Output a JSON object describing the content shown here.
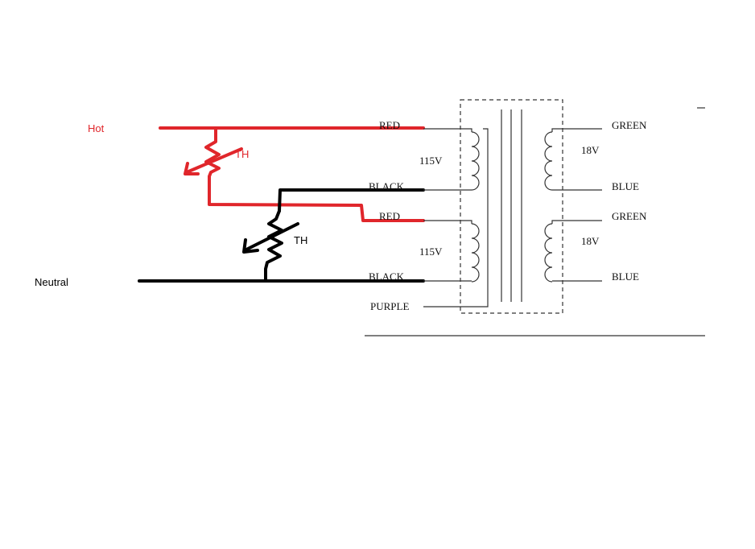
{
  "labels": {
    "hot": "Hot",
    "neutral": "Neutral",
    "th_top": "TH",
    "th_bottom": "TH"
  },
  "transformer": {
    "primary_top": {
      "lead_in": "RED",
      "lead_out": "BLACK",
      "voltage": "115V"
    },
    "primary_bottom": {
      "lead_in": "RED",
      "lead_out": "BLACK",
      "voltage": "115V"
    },
    "tap": "PURPLE",
    "secondary_top": {
      "lead_in": "GREEN",
      "lead_out": "BLUE",
      "voltage": "18V"
    },
    "secondary_bottom": {
      "lead_in": "GREEN",
      "lead_out": "BLUE",
      "voltage": "18V"
    }
  },
  "colors": {
    "hot_wire": "#e0262b",
    "neutral_wire": "#000000",
    "schematic_line": "#333333"
  }
}
